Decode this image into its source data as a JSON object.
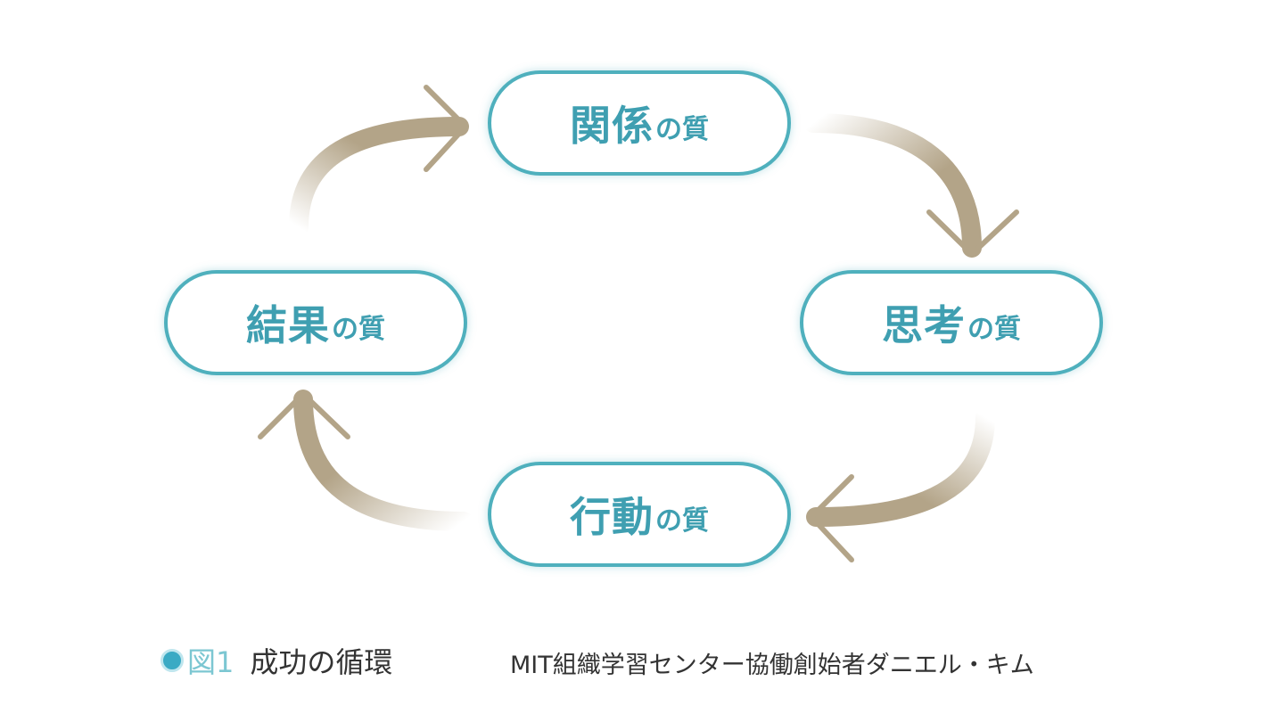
{
  "nodes": [
    {
      "id": "top",
      "main": "関係",
      "suffix": "の質"
    },
    {
      "id": "right",
      "main": "思考",
      "suffix": "の質"
    },
    {
      "id": "bottom",
      "main": "行動",
      "suffix": "の質"
    },
    {
      "id": "left",
      "main": "結果",
      "suffix": "の質"
    }
  ],
  "caption": {
    "figure_label": "図1",
    "title": "成功の循環",
    "credit": "MIT組織学習センター協働創始者ダニエル・キム"
  },
  "colors": {
    "accent": "#4fb0bd",
    "arrow": "#b3a488",
    "text": "#333333"
  }
}
